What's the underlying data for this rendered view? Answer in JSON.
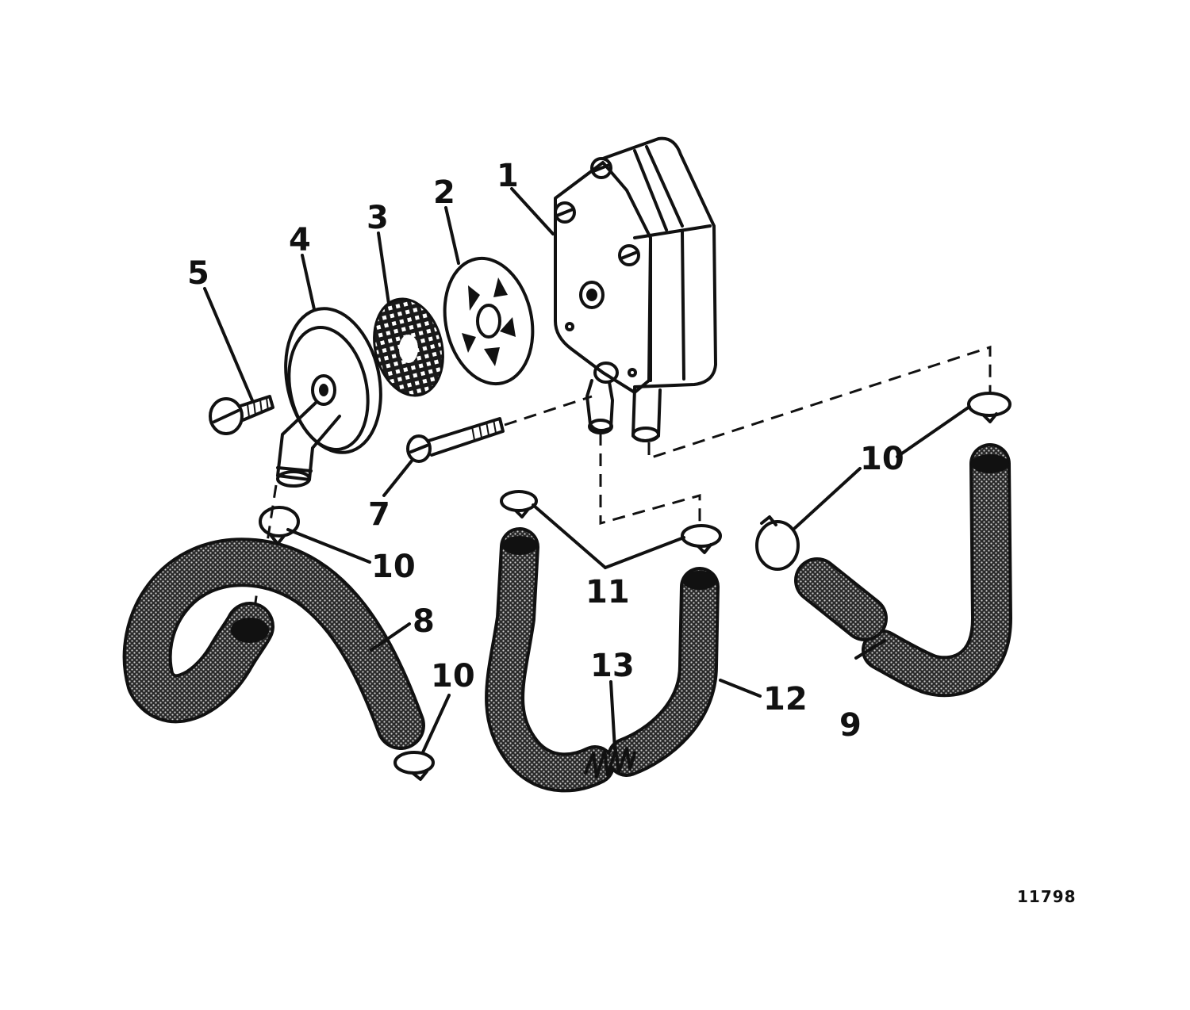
{
  "diagram": {
    "figure_number": "11798",
    "callouts": {
      "c1": "1",
      "c2": "2",
      "c3": "3",
      "c4": "4",
      "c5": "5",
      "c7": "7",
      "c8": "8",
      "c9": "9",
      "c10a": "10",
      "c10b": "10",
      "c10c": "10",
      "c11": "11",
      "c12": "12",
      "c13": "13"
    }
  }
}
